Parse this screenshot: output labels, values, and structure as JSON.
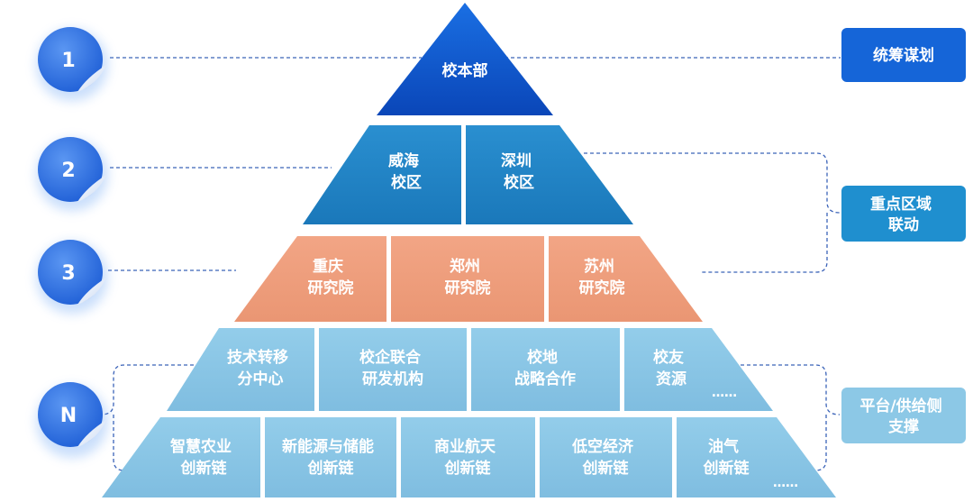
{
  "levels": {
    "l1": {
      "badge": "1",
      "cells": [
        "校本部"
      ]
    },
    "l2": {
      "badge": "2",
      "cells": [
        [
          "威海",
          "校区"
        ],
        [
          "深圳",
          "校区"
        ]
      ]
    },
    "l3": {
      "badge": "3",
      "cells": [
        [
          "重庆",
          "研究院"
        ],
        [
          "郑州",
          "研究院"
        ],
        [
          "苏州",
          "研究院"
        ]
      ]
    },
    "l4": {
      "badge": "N",
      "row1": [
        [
          "技术转移",
          "分中心"
        ],
        [
          "校企联合",
          "研发机构"
        ],
        [
          "校地",
          "战略合作"
        ],
        [
          "校友",
          "资源"
        ]
      ],
      "row1_ellipsis": "……",
      "row2": [
        [
          "智慧农业",
          "创新链"
        ],
        [
          "新能源与储能",
          "创新链"
        ],
        [
          "商业航天",
          "创新链"
        ],
        [
          "低空经济",
          "创新链"
        ],
        [
          "油气",
          "创新链"
        ]
      ],
      "row2_ellipsis": "……"
    }
  },
  "side_labels": {
    "plan": [
      "统筹谋划"
    ],
    "regional": [
      "重点区域",
      "联动"
    ],
    "platform": [
      "平台/供给侧",
      "支撑"
    ]
  },
  "colors": {
    "top": "#0c52c8",
    "level2": "#2186c6",
    "level3": "#ef9f7d",
    "level4": "#87c6e6",
    "side_plan": "#1565d8",
    "side_regional": "#1f8fcf",
    "side_platform": "#8cc8e6",
    "badge": "#2f73e6",
    "dashed": "#3b63b8"
  }
}
